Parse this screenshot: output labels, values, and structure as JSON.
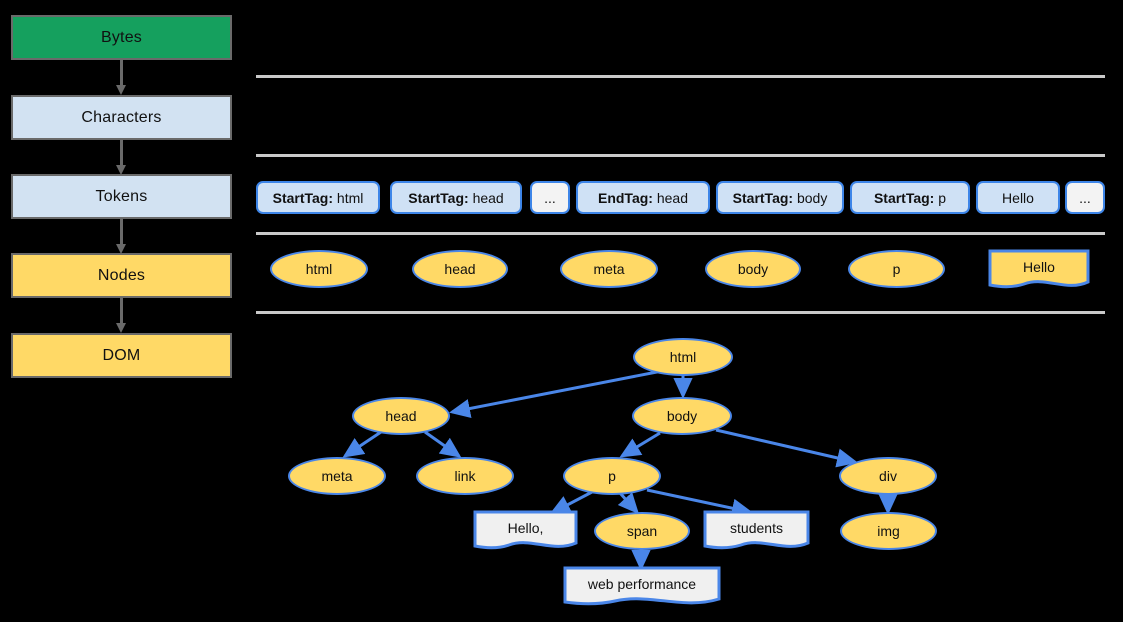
{
  "background": "#000000",
  "palette": {
    "green": "#15a05e",
    "light_blue": "#d2e2f2",
    "yellow": "#ffd966",
    "node_border_blue": "#4a86e8",
    "token_fill": "#cfe1f5",
    "token_ellipsis_fill": "#f3f3f3",
    "doc_fill": "#f0f0f0",
    "pipeline_border_gray": "#6a6a6a",
    "rule_gray": "#c9c9c9"
  },
  "pipeline": {
    "name": "html-parsing-pipeline",
    "steps": [
      {
        "label": "Bytes",
        "style": "green"
      },
      {
        "label": "Characters",
        "style": "blue"
      },
      {
        "label": "Tokens",
        "style": "blue"
      },
      {
        "label": "Nodes",
        "style": "yellow"
      },
      {
        "label": "DOM",
        "style": "yellow"
      }
    ]
  },
  "tokens_row": {
    "name": "tokens-row",
    "items": [
      {
        "prefix": "StartTag:",
        "value": "html",
        "kind": "token"
      },
      {
        "prefix": "StartTag:",
        "value": "head",
        "kind": "token"
      },
      {
        "prefix": "",
        "value": "...",
        "kind": "ellipsis"
      },
      {
        "prefix": "EndTag:",
        "value": "head",
        "kind": "token"
      },
      {
        "prefix": "StartTag:",
        "value": "body",
        "kind": "token"
      },
      {
        "prefix": "StartTag:",
        "value": "p",
        "kind": "token"
      },
      {
        "prefix": "",
        "value": "Hello",
        "kind": "token"
      },
      {
        "prefix": "",
        "value": "...",
        "kind": "ellipsis"
      }
    ]
  },
  "nodes_row": {
    "name": "nodes-row",
    "items": [
      {
        "label": "html",
        "shape": "ellipse"
      },
      {
        "label": "head",
        "shape": "ellipse"
      },
      {
        "label": "meta",
        "shape": "ellipse"
      },
      {
        "label": "body",
        "shape": "ellipse"
      },
      {
        "label": "p",
        "shape": "ellipse"
      },
      {
        "label": "Hello",
        "shape": "document"
      }
    ]
  },
  "dom_tree": {
    "name": "dom-tree",
    "nodes": [
      {
        "id": "html",
        "label": "html",
        "shape": "ellipse"
      },
      {
        "id": "head",
        "label": "head",
        "shape": "ellipse"
      },
      {
        "id": "body",
        "label": "body",
        "shape": "ellipse"
      },
      {
        "id": "meta",
        "label": "meta",
        "shape": "ellipse"
      },
      {
        "id": "link",
        "label": "link",
        "shape": "ellipse"
      },
      {
        "id": "p",
        "label": "p",
        "shape": "ellipse"
      },
      {
        "id": "div",
        "label": "div",
        "shape": "ellipse"
      },
      {
        "id": "hello",
        "label": "Hello,",
        "shape": "document"
      },
      {
        "id": "span",
        "label": "span",
        "shape": "ellipse"
      },
      {
        "id": "stud",
        "label": "students",
        "shape": "document"
      },
      {
        "id": "img",
        "label": "img",
        "shape": "ellipse"
      },
      {
        "id": "webp",
        "label": "web performance",
        "shape": "document"
      }
    ],
    "edges": [
      {
        "from": "html",
        "to": "head"
      },
      {
        "from": "html",
        "to": "body"
      },
      {
        "from": "head",
        "to": "meta"
      },
      {
        "from": "head",
        "to": "link"
      },
      {
        "from": "body",
        "to": "p"
      },
      {
        "from": "body",
        "to": "div"
      },
      {
        "from": "p",
        "to": "hello"
      },
      {
        "from": "p",
        "to": "span"
      },
      {
        "from": "p",
        "to": "stud"
      },
      {
        "from": "div",
        "to": "img"
      },
      {
        "from": "span",
        "to": "webp"
      }
    ]
  }
}
